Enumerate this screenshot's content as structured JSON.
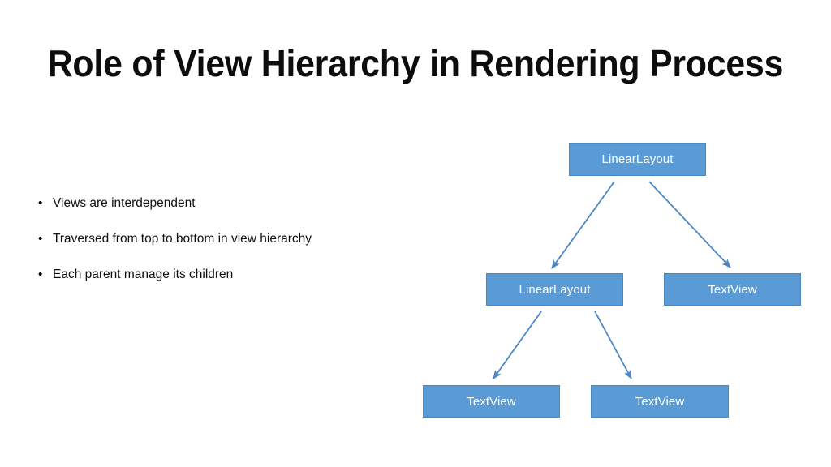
{
  "slide": {
    "title": "Role of View Hierarchy in Rendering Process",
    "background_color": "#FFFFFF"
  },
  "bullets": {
    "marker": "•",
    "items": [
      {
        "text": "Views are interdependent"
      },
      {
        "text": "Traversed from top to bottom in view hierarchy"
      },
      {
        "text": "Each parent manage its children"
      }
    ]
  },
  "diagram": {
    "type": "tree",
    "node_fill_color": "#5B9BD5",
    "node_border_color": "#4987C0",
    "node_text_color": "#FFFFFF",
    "arrow_color": "#4A87C4",
    "nodes": [
      {
        "id": "root",
        "label": "LinearLayout",
        "level": 0
      },
      {
        "id": "linear-2",
        "label": "LinearLayout",
        "level": 1
      },
      {
        "id": "text-right",
        "label": "TextView",
        "level": 1
      },
      {
        "id": "text-bl",
        "label": "TextView",
        "level": 2
      },
      {
        "id": "text-br",
        "label": "TextView",
        "level": 2
      }
    ],
    "edges": [
      {
        "from": "root",
        "to": "linear-2"
      },
      {
        "from": "root",
        "to": "text-right"
      },
      {
        "from": "linear-2",
        "to": "text-bl"
      },
      {
        "from": "linear-2",
        "to": "text-br"
      }
    ]
  }
}
